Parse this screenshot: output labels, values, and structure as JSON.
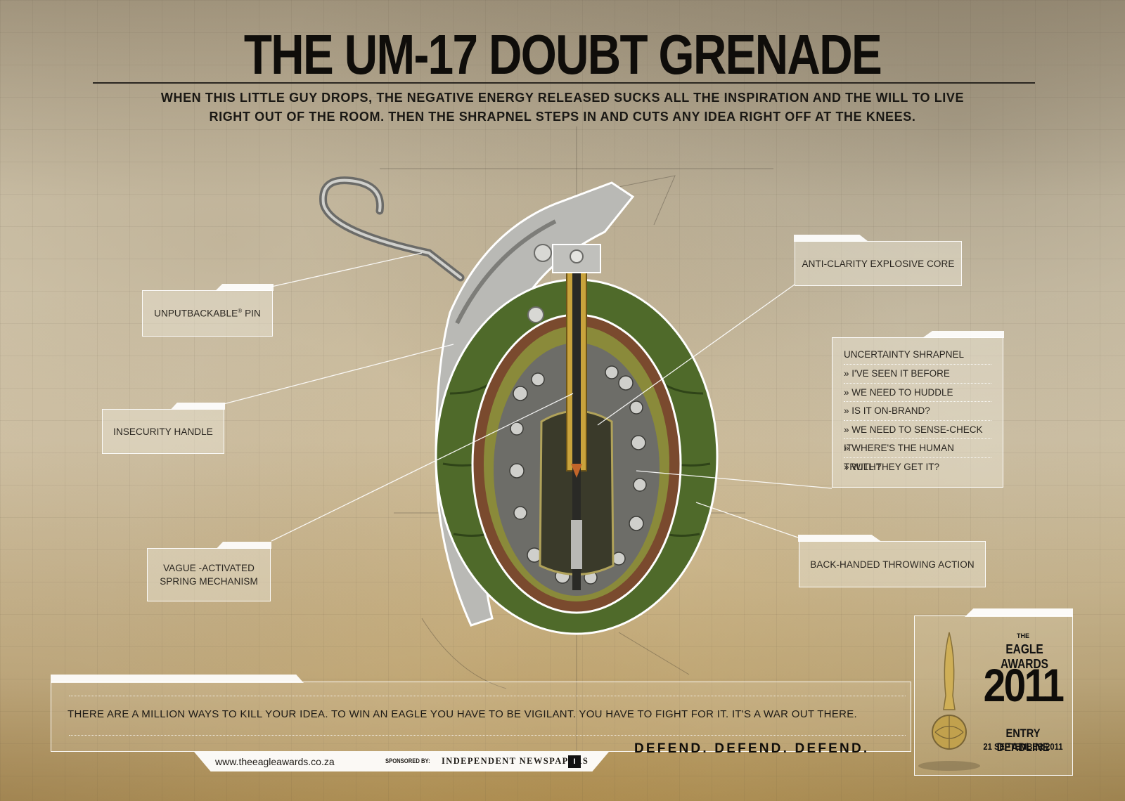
{
  "title": "THE UM-17 DOUBT GRENADE",
  "subtitle": {
    "line1": "WHEN THIS LITTLE GUY DROPS, THE NEGATIVE ENERGY RELEASED SUCKS ALL THE INSPIRATION AND THE WILL TO LIVE",
    "line2": "RIGHT OUT OF THE ROOM. THEN THE SHRAPNEL STEPS IN AND CUTS ANY IDEA RIGHT OFF AT THE KNEES."
  },
  "callouts": {
    "pin": "UNPUTBACKABLE",
    "pin_mark": "®",
    "pin_suffix": " PIN",
    "handle": "INSECURITY HANDLE",
    "spring_line1": "VAGUE -ACTIVATED",
    "spring_line2": "SPRING MECHANISM",
    "core": "ANTI-CLARITY EXPLOSIVE CORE",
    "throwing": "BACK-HANDED THROWING ACTION"
  },
  "shrapnel": {
    "title": "UNCERTAINTY SHRAPNEL",
    "items": [
      "» I'VE SEEN IT BEFORE",
      "» WE NEED TO HUDDLE",
      "» IS IT ON-BRAND?",
      "» WE NEED TO SENSE-CHECK IT",
      "» WHERE'S THE HUMAN TRUTH?",
      "» WILL THEY GET IT?"
    ]
  },
  "footer": {
    "text": "THERE ARE A MILLION WAYS TO KILL YOUR IDEA. TO WIN AN EAGLE YOU HAVE TO BE VIGILANT. YOU HAVE TO FIGHT FOR IT. IT'S A WAR OUT THERE.",
    "url": "www.theeagleawards.co.za",
    "sponsored_by": "SPONSORED BY:",
    "sponsor": "INDEPENDENT NEWSPAPERS",
    "sponsor_mark": "I",
    "slogan": "DEFEND. DEFEND. DEFEND."
  },
  "award": {
    "the": "THE",
    "name": "EAGLE AWARDS",
    "year": "2011",
    "deadline_label": "ENTRY DEADLINE",
    "deadline_date": "21 SEPTEMBER 2011"
  },
  "colors": {
    "grenade_green": "#4f6a2a",
    "grenade_dark": "#2f4418",
    "metal": "#b8b8b4",
    "brass": "#c9a33c",
    "copper": "#7a4a2e",
    "olive_liner": "#8a8a3a",
    "core_dark": "#3a3a2a"
  }
}
